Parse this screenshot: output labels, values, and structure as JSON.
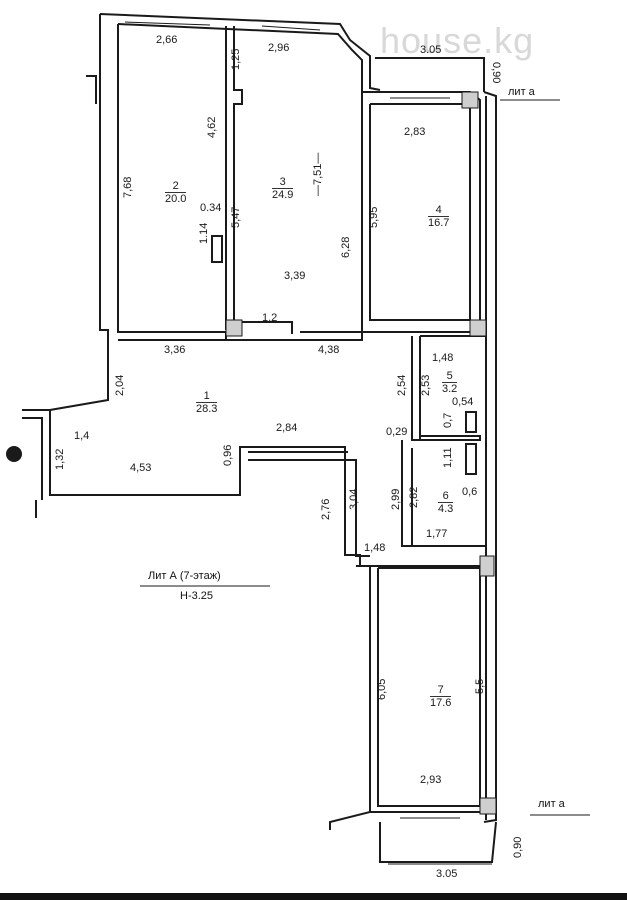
{
  "watermark": "house.kg",
  "rooms": [
    {
      "id": "2",
      "number": "2",
      "area": "20.0"
    },
    {
      "id": "3",
      "number": "3",
      "area": "24.9"
    },
    {
      "id": "4",
      "number": "4",
      "area": "16.7"
    },
    {
      "id": "1",
      "number": "1",
      "area": "28.3"
    },
    {
      "id": "5",
      "number": "5",
      "area": "3.2"
    },
    {
      "id": "6",
      "number": "6",
      "area": "4.3"
    },
    {
      "id": "7",
      "number": "7",
      "area": "17.6"
    }
  ],
  "dimensions": {
    "d266": "2,66",
    "d296": "2,96",
    "d305_top": "3.05",
    "d090_top": "0,90",
    "d125": "1,25",
    "d462": "4,62",
    "d768": "7,68",
    "d034": "0.34",
    "d114": "1.14",
    "d547": "5,47",
    "d751": "—7,51—",
    "d628": "6,28",
    "d339": "3,39",
    "d283": "2,83",
    "d595": "5,95",
    "d12": "1,2",
    "d336": "3,36",
    "d438": "4,38",
    "d148a": "1,48",
    "d204": "2,04",
    "d254": "2,54",
    "d253": "2,53",
    "d054": "0,54",
    "d07": "0,7",
    "d029": "0,29",
    "d14": "1,4",
    "d132": "1,32",
    "d096": "0,96",
    "d284": "2,84",
    "d453": "4,53",
    "d111": "1,11",
    "d06": "0,6",
    "d276": "2,76",
    "d304": "3,04",
    "d299": "2,99",
    "d282": "2,82",
    "d177": "1,77",
    "d148b": "1,48",
    "d605": "6,05",
    "d55": "5,5",
    "d293": "2,93",
    "d090_bot": "0,90",
    "d305_bot": "3.05"
  },
  "lit_top": "лит а",
  "lit_bottom": "лит а",
  "plan_title": "Лит А (7-этаж)",
  "plan_height": "Н-3.25"
}
